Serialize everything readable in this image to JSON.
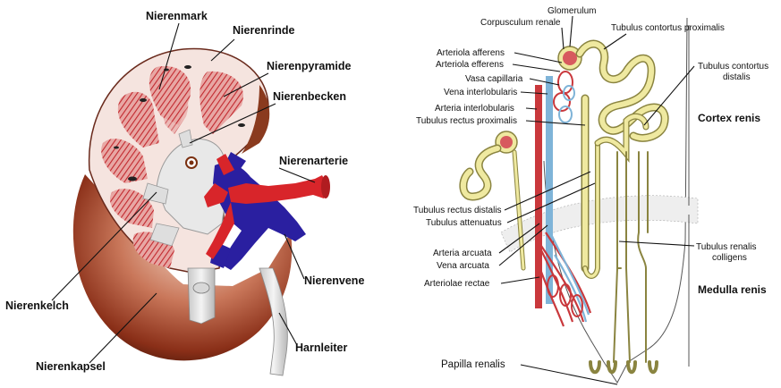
{
  "left_diagram": {
    "labels": {
      "nierenmark": "Nierenmark",
      "nierenrinde": "Nierenrinde",
      "nierenpyramide": "Nierenpyramide",
      "nierenbecken": "Nierenbecken",
      "nierenarterie": "Nierenarterie",
      "nierenvene": "Nierenvene",
      "nierenkelch": "Nierenkelch",
      "harnleiter": "Harnleiter",
      "nierenkapsel": "Nierenkapsel"
    },
    "colors": {
      "artery": "#d8252a",
      "vein": "#2a1fa0",
      "capsule": "#7a2a14",
      "pyramid": "#c8343a",
      "cortex": "#f6e8e4"
    }
  },
  "right_diagram": {
    "labels": {
      "glomerulum": "Glomerulum",
      "corpusculum": "Corpusculum renale",
      "tubulus_proximalis": "Tubulus contortus proximalis",
      "arteriola_afferens": "Arteriola afferens",
      "arteriola_efferens": "Arteriola efferens",
      "vasa_capillaria": "Vasa capillaria",
      "vena_interlobularis": "Vena interlobularis",
      "arteria_interlobularis": "Arteria interlobularis",
      "tubulus_rectus_proximalis": "Tubulus rectus proximalis",
      "tubulus_distalis_line1": "Tubulus contortus",
      "tubulus_distalis_line2": "distalis",
      "cortex_renis": "Cortex renis",
      "tubulus_rectus_distalis": "Tubulus rectus distalis",
      "tubulus_attenuatus": "Tubulus attenuatus",
      "arteria_arcuata": "Arteria arcuata",
      "vena_arcuata": "Vena arcuata",
      "arteriolae_rectae": "Arteriolae rectae",
      "tubulus_colligens_line1": "Tubulus renalis",
      "tubulus_colligens_line2": "colligens",
      "medulla_renis": "Medulla renis",
      "papilla_renalis": "Papilla renalis"
    },
    "colors": {
      "tubule": "#efe9a0",
      "tubule_edge": "#8a8440",
      "artery": "#c9383c",
      "vein": "#7fb4d8"
    }
  }
}
